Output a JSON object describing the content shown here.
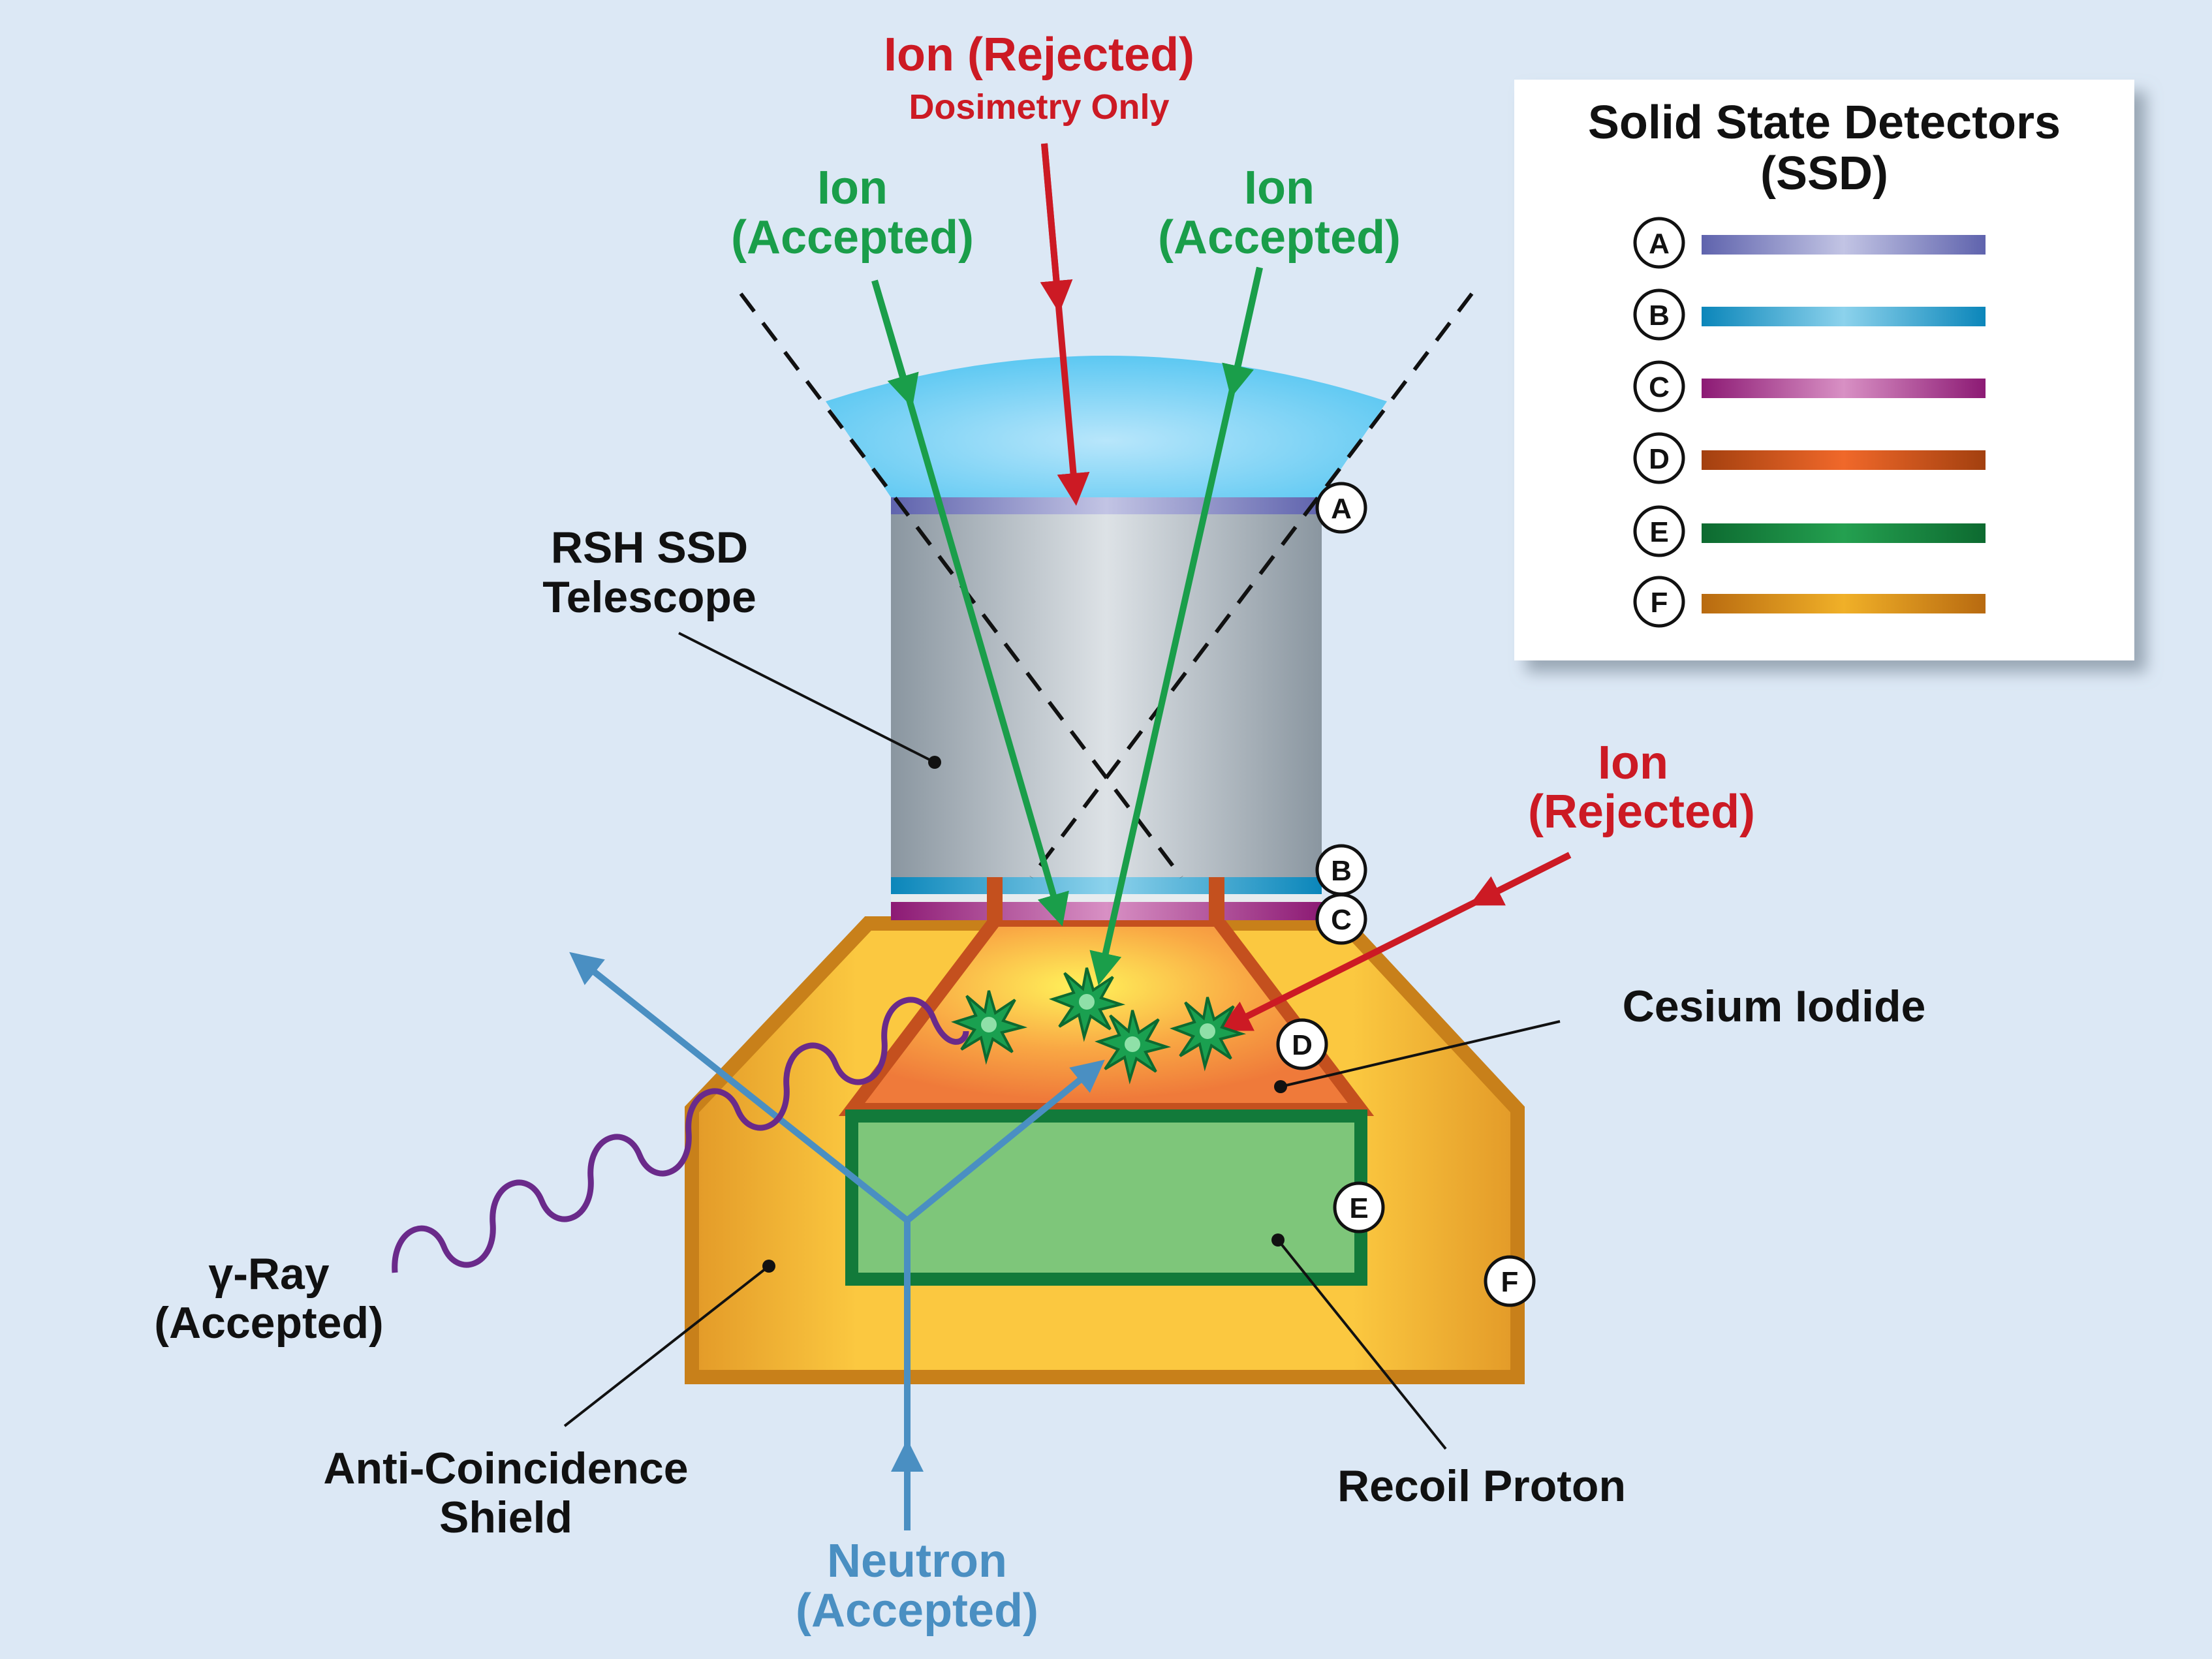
{
  "labels": {
    "ion_rejected_top": "Ion (Rejected)",
    "dosimetry_only": "Dosimetry Only",
    "ion_accepted_left_1": "Ion",
    "ion_accepted_left_2": "(Accepted)",
    "ion_accepted_right_1": "Ion",
    "ion_accepted_right_2": "(Accepted)",
    "rsh_1": "RSH SSD",
    "rsh_2": "Telescope",
    "ion_rejected_right_1": "Ion",
    "ion_rejected_right_2": "(Rejected)",
    "cesium_iodide": "Cesium Iodide",
    "gamma_1": "γ-Ray",
    "gamma_2": "(Accepted)",
    "anti_1": "Anti-Coincidence",
    "anti_2": "Shield",
    "recoil_proton": "Recoil Proton",
    "neutron_1": "Neutron",
    "neutron_2": "(Accepted)"
  },
  "legend": {
    "title_1": "Solid State Detectors",
    "title_2": "(SSD)",
    "items": [
      {
        "letter": "A",
        "color": "#6a6db4"
      },
      {
        "letter": "B",
        "color": "#1a8fc0"
      },
      {
        "letter": "C",
        "color": "#9a2a80"
      },
      {
        "letter": "D",
        "color": "#b04a18"
      },
      {
        "letter": "E",
        "color": "#127a3a"
      },
      {
        "letter": "F",
        "color": "#c8801a"
      }
    ]
  },
  "markers": {
    "A": "A",
    "B": "B",
    "C": "C",
    "D": "D",
    "E": "E",
    "F": "F"
  },
  "colors": {
    "background": "#dce8f5",
    "rejected": "#cc1a24",
    "accepted_ion": "#1a9e4a",
    "neutron": "#4a8fc2",
    "gamma": "#6a2a8a"
  }
}
